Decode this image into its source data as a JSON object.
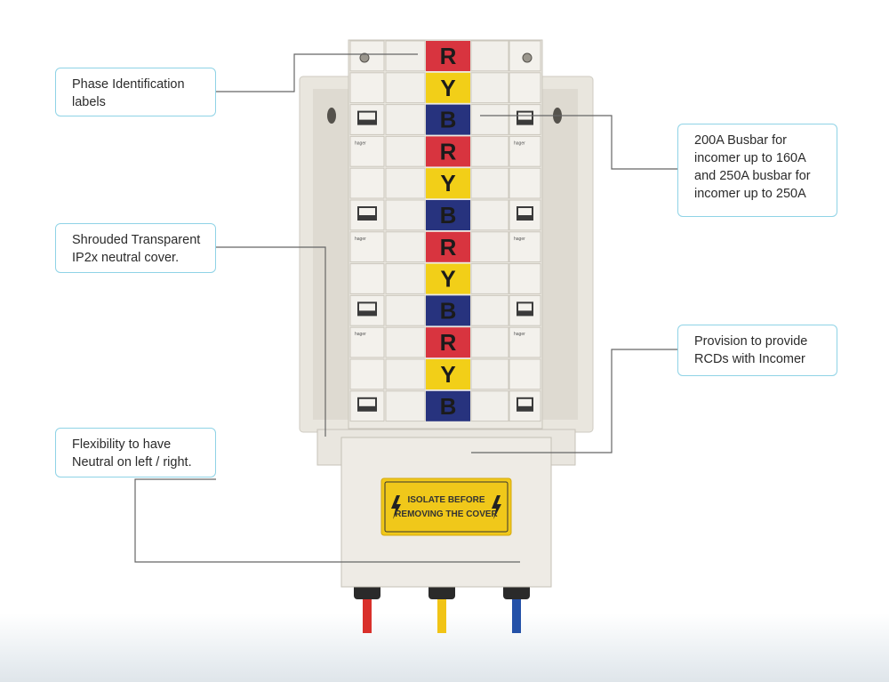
{
  "callouts": {
    "phase_id": "Phase Identification\nlabels",
    "shroud": "Shrouded Transparent\nIP2x neutral cover.",
    "flexibility": "Flexibility to have\nNeutral on left / right.",
    "busbar": "200A Busbar for\nincomer up to 160A\nand 250A busbar for\nincomer up to 250A",
    "rcd": "Provision to provide\nRCDs with Incomer"
  },
  "phase_labels": [
    "R",
    "Y",
    "B",
    "R",
    "Y",
    "B",
    "R",
    "Y",
    "B",
    "R",
    "Y",
    "B"
  ],
  "phase_colors": {
    "R": "#d8343f",
    "Y": "#f2cf18",
    "B": "#27337e"
  },
  "warning": {
    "line1": "ISOLATE BEFORE",
    "line2": "REMOVING THE COVER"
  },
  "breaker_brand": "hager",
  "cable_colors": [
    "#d9302b",
    "#f1c416",
    "#2451a8"
  ]
}
